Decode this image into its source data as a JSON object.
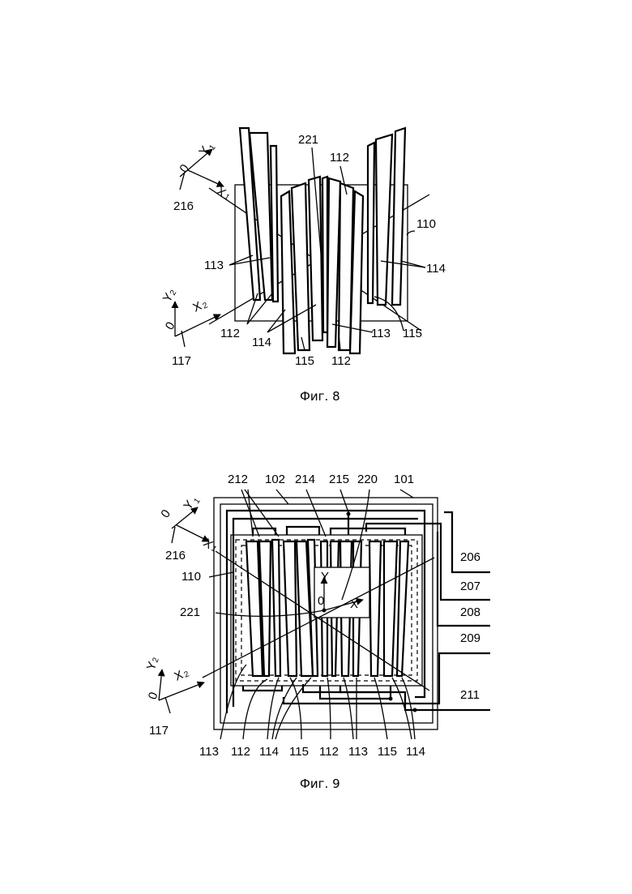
{
  "figure8": {
    "caption": "Фиг. 8",
    "labels": {
      "l221": "221",
      "l112_top": "112",
      "l110": "110",
      "l113_left": "113",
      "l114_right": "114",
      "l216": "216",
      "l117": "117",
      "l112_bl": "112",
      "l114_bot": "114",
      "l115_bot": "115",
      "l112_bot": "112",
      "l113_br": "113",
      "l115_br": "115"
    },
    "axes": {
      "origin_top": "0",
      "y1": "Y",
      "y1_sub": "1",
      "x1": "X",
      "x1_sub": "1",
      "origin_bot": "0",
      "y2": "Y",
      "y2_sub": "2",
      "x2": "X",
      "x2_sub": "2"
    }
  },
  "figure9": {
    "caption": "Фиг. 9",
    "labels": {
      "l212": "212",
      "l102": "102",
      "l214": "214",
      "l215": "215",
      "l220": "220",
      "l101": "101",
      "l216": "216",
      "l110": "110",
      "l221": "221",
      "l117": "117",
      "l206": "206",
      "l207": "207",
      "l208": "208",
      "l209": "209",
      "l211": "211",
      "b113a": "113",
      "b112a": "112",
      "b114a": "114",
      "b115a": "115",
      "b112b": "112",
      "b113b": "113",
      "b115b": "115",
      "b114b": "114"
    },
    "axes": {
      "origin_top": "0",
      "y1": "Y",
      "y1_sub": "1",
      "x1": "X",
      "x1_sub": "1",
      "origin_bot": "0",
      "y2": "Y",
      "y2_sub": "2",
      "x2": "X",
      "x2_sub": "2",
      "center_y": "Y",
      "center_x": "X",
      "center_origin": "0"
    }
  }
}
